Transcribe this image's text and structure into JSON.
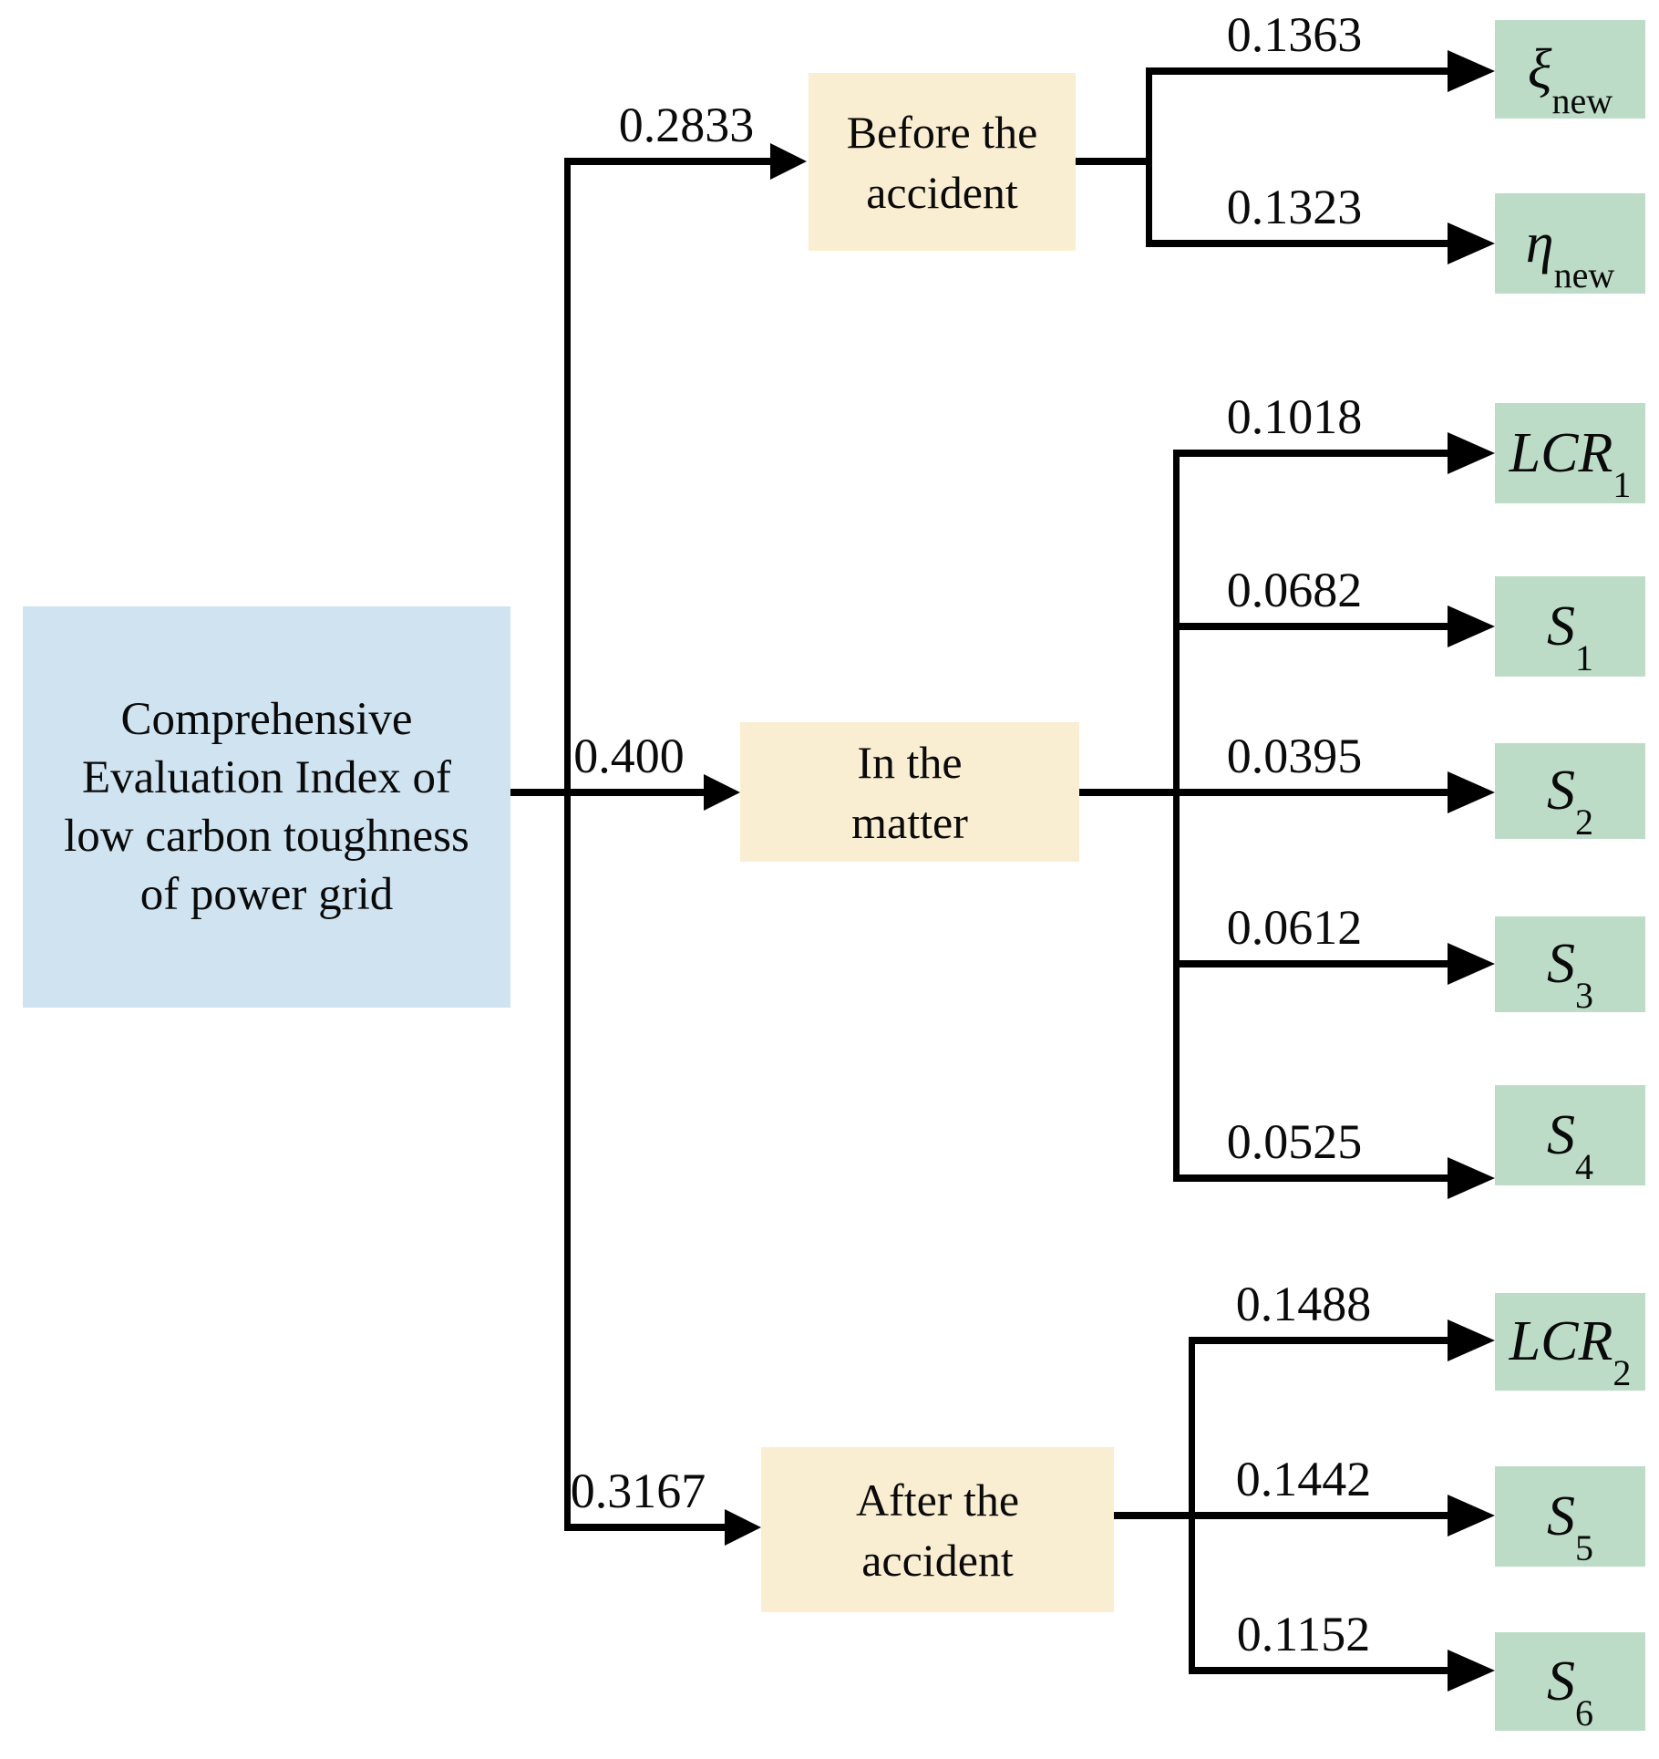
{
  "root": {
    "label": "Comprehensive Evaluation Index of low carbon toughness of power grid",
    "lines": [
      "Comprehensive",
      "Evaluation Index of",
      "low carbon toughness",
      "of power grid"
    ]
  },
  "branches": [
    {
      "weight": "0.2833",
      "node": {
        "label": "Before the accident",
        "lines": [
          "Before the",
          "accident"
        ]
      },
      "leaves": [
        {
          "weight": "0.1363",
          "symbol": "ξ",
          "subscript": "new"
        },
        {
          "weight": "0.1323",
          "symbol": "η",
          "subscript": "new"
        }
      ]
    },
    {
      "weight": "0.400",
      "node": {
        "label": "In the matter",
        "lines": [
          "In the",
          "matter"
        ]
      },
      "leaves": [
        {
          "weight": "0.1018",
          "symbol": "LCR",
          "subscript": "1"
        },
        {
          "weight": "0.0682",
          "symbol": "S",
          "subscript": "1"
        },
        {
          "weight": "0.0395",
          "symbol": "S",
          "subscript": "2"
        },
        {
          "weight": "0.0612",
          "symbol": "S",
          "subscript": "3"
        },
        {
          "weight": "0.0525",
          "symbol": "S",
          "subscript": "4"
        }
      ]
    },
    {
      "weight": "0.3167",
      "node": {
        "label": "After the accident",
        "lines": [
          "After the",
          "accident"
        ]
      },
      "leaves": [
        {
          "weight": "0.1488",
          "symbol": "LCR",
          "subscript": "2"
        },
        {
          "weight": "0.1442",
          "symbol": "S",
          "subscript": "5"
        },
        {
          "weight": "0.1152",
          "symbol": "S",
          "subscript": "6"
        }
      ]
    }
  ],
  "colors": {
    "root_fill": "#cfe3f0",
    "mid_fill": "#faeed2",
    "leaf_fill": "#bddcc8",
    "line": "#000000"
  }
}
